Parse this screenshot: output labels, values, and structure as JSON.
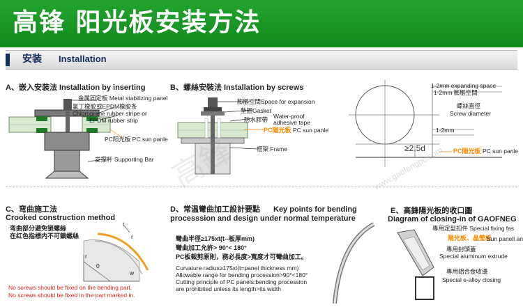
{
  "header": {
    "title": "高锋  阳光板安装方法"
  },
  "section": {
    "title_zh": "安装",
    "title_en": "Installation"
  },
  "panel_a": {
    "title": "A、嵌入安装法 Installation by inserting",
    "labels": [
      "金属固定板 Metal stabilizing panel",
      "氯丁橡胶或EPDM橡胶条",
      "Chloroprene rubber stripe or",
      "EPDM rubber strip",
      "PC阳光板  PC sun panle",
      "支撑杆 Supporting Bar"
    ]
  },
  "panel_b": {
    "title": "B、螺絲安裝法 Installation by screws",
    "labels": [
      "膨脹空間Space for expansion",
      "墊圈Gasket",
      "防水膠帶",
      "Water-proof",
      "adhesive tape",
      "PC陽光板",
      "PC sun panle",
      "框架 Frame"
    ]
  },
  "panel_b2": {
    "labels": [
      "1-2mm expanding space",
      "1-2mm 膨脹空間",
      "螺絲直徑",
      "Screw diameter",
      "1-2mm",
      "≥2.5d",
      "PC陽光板",
      "PC sun panle"
    ]
  },
  "panel_c": {
    "title": "C、弯曲施工法",
    "subtitle": "Crooked construction method",
    "note_zh_1": "弯曲部分避免锁螺絲",
    "note_zh_2": "在红色指標内不可鎖螺絲",
    "dims": {
      "t": "t",
      "r": "r",
      "w": "w",
      "o": "0",
      "r2": "r"
    },
    "warn_1": "No screws should be fixed on the bending part.",
    "warn_2": "No screws should be fixed in the part marked in."
  },
  "panel_d": {
    "title": "D、常温彎曲加工設計要點",
    "title_en": "Key points for bending",
    "subtitle_en": "processsion and design under normal temperature",
    "zh_lines": [
      "彎曲半徑≥175xt(t--板厚mm)",
      "彎曲加工允許> 90°< 180°",
      "PC板裁剪原則，務必長度>寬度才可彎曲加工。"
    ],
    "en_lines": [
      "Curvature radius≥175xt(t=panel thickness mm)",
      "Allowable range for bending procession>90°<180°",
      "Cutting principle of PC panels:bending procession",
      "are prohibited unless its length>its width"
    ]
  },
  "panel_e": {
    "title": "E、高鋒陽光板的收口圖",
    "subtitle": "Diagram of closing-in of GAOFNEG",
    "labels": [
      "專用定型扣件 Special fixing fas",
      "陽光板、晶瑩板",
      "Sun panell an",
      "專用封頭蓋",
      "Special aluminum extrude",
      "專用鋁合金收邊",
      "Special e-alloy closing"
    ]
  },
  "watermarks": [
    "高鋒",
    "www.gaofengpc.com"
  ],
  "colors": {
    "banner": "#1a9a26",
    "section_text": "#16305e",
    "warning": "#e2261c",
    "panel_highlight": "#ff8a00"
  }
}
